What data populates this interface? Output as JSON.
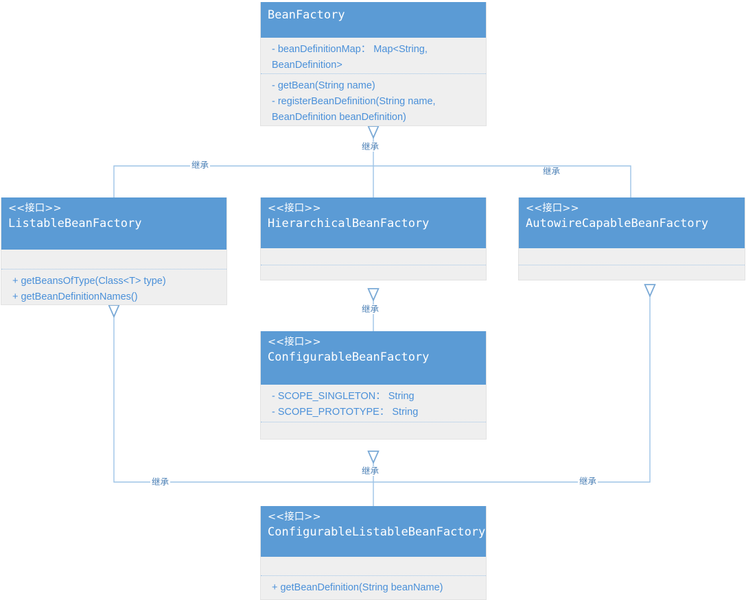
{
  "diagram": {
    "title": "BeanFactory UML class hierarchy",
    "type": "uml-class-diagram",
    "colors": {
      "header_fill": "#5b9bd5",
      "body_fill": "#efefef",
      "text_blue": "#4a90d9",
      "connector": "#9dc3e6",
      "header_text": "#ffffff"
    }
  },
  "classes": {
    "bean_factory": {
      "name": "BeanFactory",
      "stereotype": "",
      "attributes": [
        "- beanDefinitionMap： Map<String, BeanDefinition>"
      ],
      "methods": [
        "- getBean(String name)",
        "- registerBeanDefinition(String name, BeanDefinition beanDefinition)"
      ]
    },
    "listable_bean_factory": {
      "name": "ListableBeanFactory",
      "stereotype": "<<接口>>",
      "attributes": [],
      "methods": [
        "+ getBeansOfType(Class<T> type)",
        "+ getBeanDefinitionNames()"
      ]
    },
    "hierarchical_bean_factory": {
      "name": "HierarchicalBeanFactory",
      "stereotype": "<<接口>>",
      "attributes": [],
      "methods": []
    },
    "autowire_capable_bean_factory": {
      "name": "AutowireCapableBeanFactory",
      "stereotype": "<<接口>>",
      "attributes": [],
      "methods": []
    },
    "configurable_bean_factory": {
      "name": "ConfigurableBeanFactory",
      "stereotype": "<<接口>>",
      "attributes": [
        "- SCOPE_SINGLETON： String",
        "- SCOPE_PROTOTYPE： String"
      ],
      "methods": []
    },
    "configurable_listable_bean_factory": {
      "name": "ConfigurableListableBeanFactory",
      "stereotype": "<<接口>>",
      "attributes": [],
      "methods": [
        "+ getBeanDefinition(String beanName)"
      ]
    }
  },
  "edges": [
    {
      "id": "e1",
      "label": "继承",
      "from": "hierarchical_bean_factory",
      "to": "bean_factory"
    },
    {
      "id": "e2",
      "label": "继承",
      "from": "listable_bean_factory",
      "to": "bean_factory"
    },
    {
      "id": "e3",
      "label": "继承",
      "from": "autowire_capable_bean_factory",
      "to": "bean_factory"
    },
    {
      "id": "e4",
      "label": "继承",
      "from": "configurable_bean_factory",
      "to": "hierarchical_bean_factory"
    },
    {
      "id": "e5",
      "label": "继承",
      "from": "configurable_listable_bean_factory",
      "to": "configurable_bean_factory"
    },
    {
      "id": "e6",
      "label": "继承",
      "from": "configurable_listable_bean_factory",
      "to": "listable_bean_factory"
    },
    {
      "id": "e7",
      "label": "继承",
      "from": "configurable_listable_bean_factory",
      "to": "autowire_capable_bean_factory"
    }
  ]
}
